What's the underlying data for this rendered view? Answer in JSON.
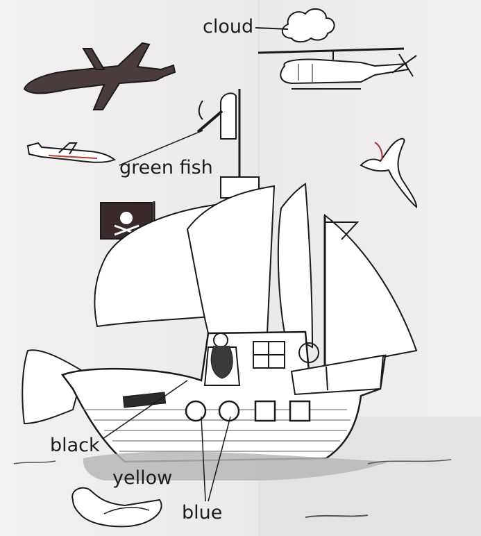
{
  "labels": {
    "cloud": "cloud",
    "green_fish": "green fish",
    "black": "black",
    "yellow": "yellow",
    "blue": "blue"
  },
  "colors": {
    "line": "#1a1a1a",
    "dark_fill": "#4a3b3c",
    "flag": "#3a2a2c",
    "water": "#b9b7b8"
  },
  "icons": {
    "cloud": "cloud-icon",
    "plane": "airplane-icon",
    "small_plane": "small-plane-icon",
    "helicopter": "helicopter-icon",
    "seagull": "seagull-icon",
    "flag": "pirate-flag-icon",
    "ship": "pirate-ship-icon",
    "pirate": "pirate-icon",
    "duck": "duck-icon"
  }
}
